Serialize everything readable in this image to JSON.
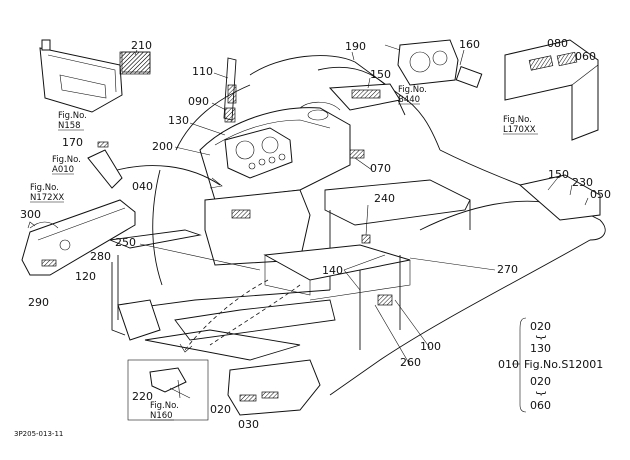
{
  "labels": {
    "l210": "210",
    "l190": "190",
    "l160": "160",
    "l080": "080",
    "l060a": "060",
    "l110": "110",
    "l150a": "150",
    "l090": "090",
    "l130": "130",
    "l170": "170",
    "l200": "200",
    "l070": "070",
    "l040": "040",
    "l150b": "150",
    "l230": "230",
    "l050": "050",
    "l300": "300",
    "l240": "240",
    "l250": "250",
    "l280": "280",
    "l120": "120",
    "l140": "140",
    "l270": "270",
    "l290": "290",
    "l100": "100",
    "l260": "260",
    "l220": "220",
    "l020": "020",
    "l030": "030"
  },
  "fig_refs": {
    "n158": {
      "title": "Fig.No.",
      "code": "N158"
    },
    "b440": {
      "title": "Fig.No.",
      "code": "B440"
    },
    "l170xx": {
      "title": "Fig.No.",
      "code": "L170XX"
    },
    "a010": {
      "title": "Fig.No.",
      "code": "A010"
    },
    "n172xx": {
      "title": "Fig.No.",
      "code": "N172XX"
    },
    "n160": {
      "title": "Fig.No.",
      "code": "N160"
    }
  },
  "assembly": {
    "l010": "010",
    "top": "020",
    "tilde1": "}",
    "mid": "130",
    "fig": "Fig.No.S12001",
    "low": "020",
    "tilde2": "}",
    "bottom": "060"
  },
  "drawing_code": "3P205-013-11"
}
